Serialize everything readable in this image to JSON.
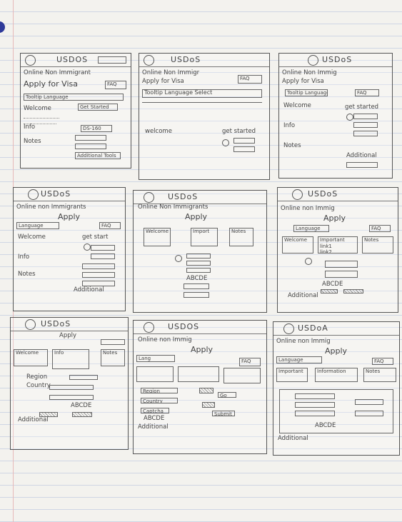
{
  "sketches": {
    "s1": {
      "brand": "USDOS",
      "subtitle": "Online Non Immigrant",
      "apply": "Apply for Visa",
      "faq": "FAQ",
      "lang": "Tooltip Language",
      "welcome": "Welcome",
      "get_started": "Get Started",
      "info": "Info",
      "note": "Notes",
      "ds160": "DS-160",
      "additional": "Additional Tools"
    },
    "s2": {
      "brand": "USDoS",
      "subtitle": "Online Non Immigr",
      "apply": "Apply for Visa",
      "faq": "FAQ",
      "lang": "Tooltip Language Select",
      "welcome": "welcome",
      "get_started": "get started"
    },
    "s3": {
      "brand": "USDoS",
      "subtitle": "Online Non Immig",
      "apply": "Apply for Visa",
      "faq": "FAQ",
      "lang": "Tooltip Language",
      "welcome": "Welcome",
      "get_started": "get started",
      "info": "Info",
      "note": "Notes",
      "additional": "Additional"
    },
    "s4": {
      "brand": "USDoS",
      "subtitle": "Online non Immigrants",
      "apply": "Apply",
      "lang": "Language",
      "faq": "FAQ",
      "welcome": "Welcome",
      "get_started": "get start",
      "info": "Info",
      "note": "Notes",
      "additional": "Additional"
    },
    "s5": {
      "brand": "USDoS",
      "subtitle": "Online Non Immigrants",
      "apply": "Apply",
      "welcome": "Welcome",
      "import": "Import",
      "note": "Notes",
      "abcde": "ABCDE"
    },
    "s6": {
      "brand": "USDoS",
      "subtitle": "Online non Immig",
      "apply": "Apply",
      "lang": "Language",
      "faq": "FAQ",
      "welcome": "Welcome",
      "important": "Important",
      "link1": "link1",
      "link2": "link2",
      "note": "Notes",
      "abcde": "ABCDE",
      "additional": "Additional"
    },
    "s7": {
      "brand": "USDoS",
      "apply": "Apply",
      "welcome": "Welcome",
      "info": "Info",
      "note": "Notes",
      "region": "Region",
      "country": "Country",
      "abcde": "ABCDE",
      "additional": "Additional"
    },
    "s8": {
      "brand": "USDOS",
      "subtitle": "Online non Immig",
      "apply": "Apply",
      "lang": "Lang",
      "faq": "FAQ",
      "region": "Region",
      "country": "Country",
      "go": "Go",
      "submit": "Submit",
      "captcha": "Captcha",
      "abcde": "ABCDE",
      "additional": "Additional"
    },
    "s9": {
      "brand": "USDoA",
      "subtitle": "Online non Immig",
      "apply": "Apply",
      "lang": "Language",
      "faq": "FAQ",
      "important": "Important",
      "information": "Information",
      "note": "Notes",
      "abcde": "ABCDE",
      "additional": "Additional"
    }
  }
}
